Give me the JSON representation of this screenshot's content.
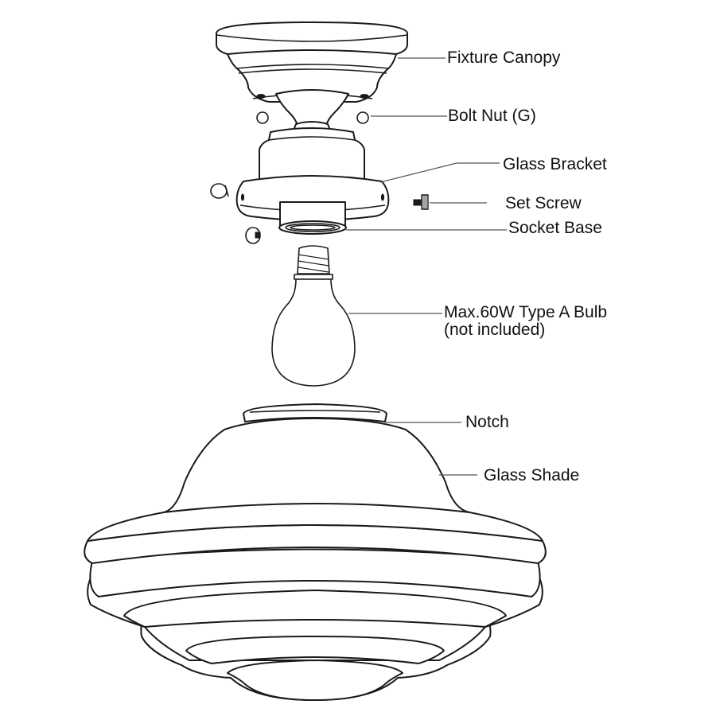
{
  "diagram": {
    "type": "exploded-assembly",
    "subject": "Semi-flush ceiling light fixture",
    "labels": {
      "fixture_canopy": "Fixture Canopy",
      "bolt_nut": "Bolt Nut (G)",
      "glass_bracket": "Glass Bracket",
      "set_screw": "Set Screw",
      "socket_base": "Socket Base",
      "bulb_line1": "Max.60W Type A Bulb",
      "bulb_line2": "(not included)",
      "notch": "Notch",
      "glass_shade": "Glass Shade"
    },
    "colors": {
      "line": "#1a1a1a",
      "leader": "#555555",
      "background": "#ffffff"
    }
  }
}
